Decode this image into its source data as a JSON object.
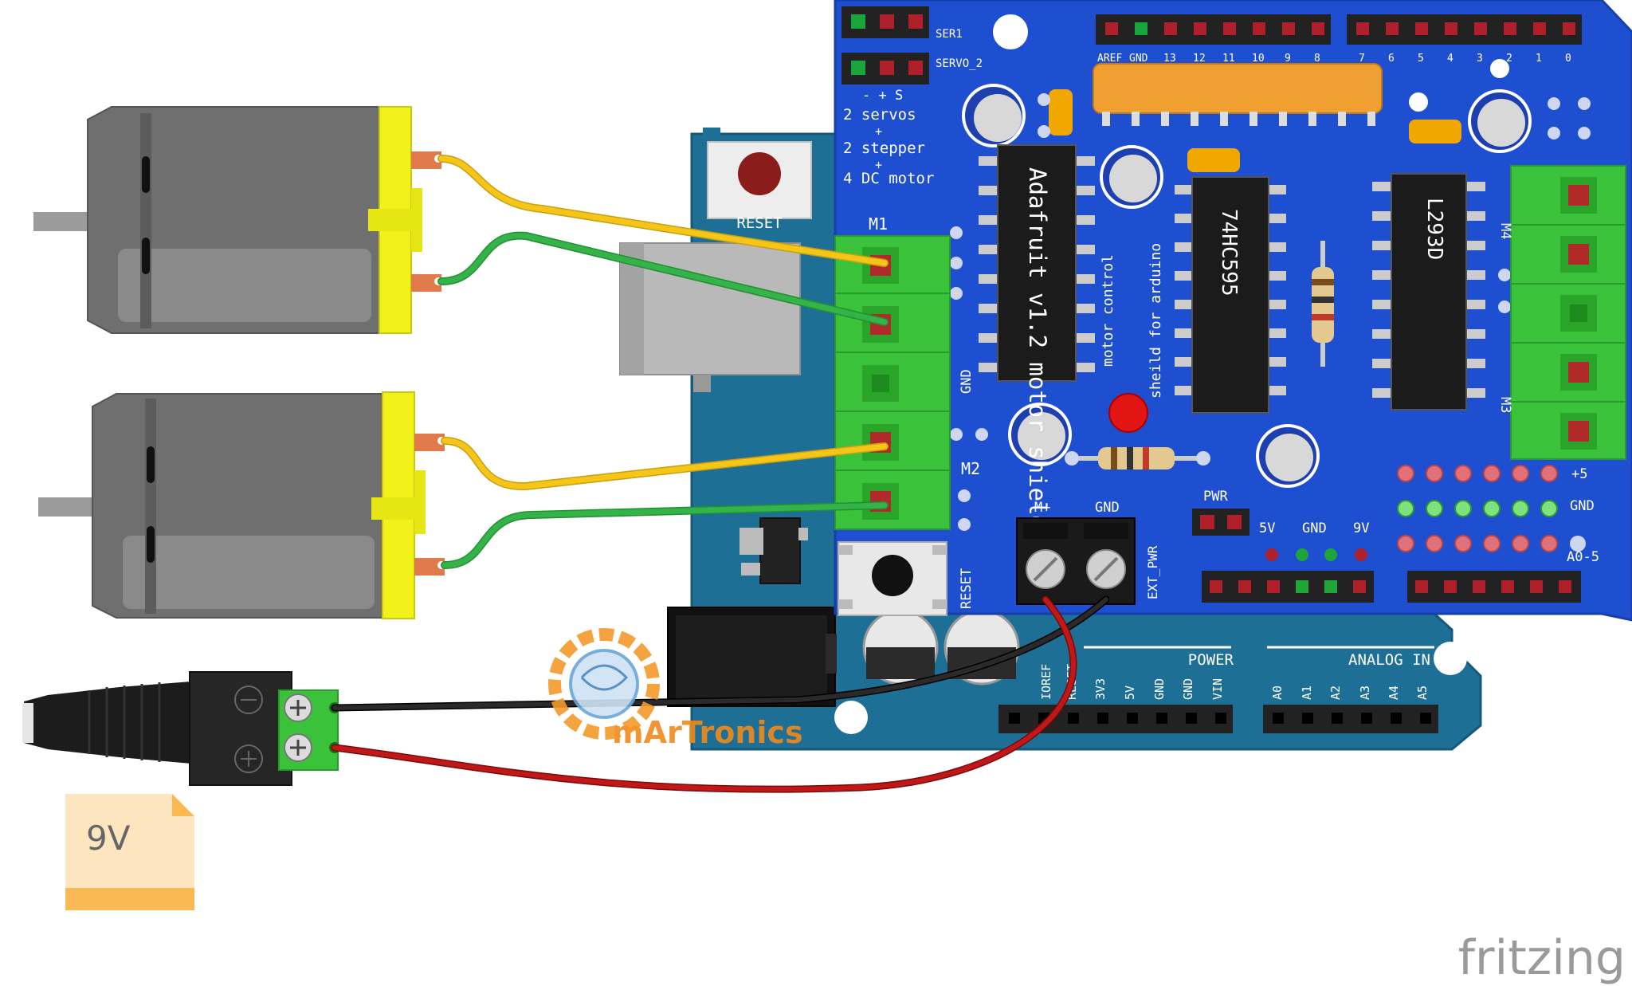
{
  "shield": {
    "header_ser1": "SER1",
    "header_servo2": "SERVO_2",
    "servo_polarity": "- + S",
    "caption_line1": "2 servos",
    "caption_plus1": "+",
    "caption_line2": "2 stepper",
    "caption_plus2": "+",
    "caption_line3": "4 DC motor",
    "reset_label": "RESET",
    "m1_label": "M1",
    "m2_label": "M2",
    "m3_label": "M3",
    "m4_label": "M4",
    "gnd_label_left": "GND",
    "gnd_label_ext": "GND",
    "m_plus_label": "M+",
    "ext_pwr_label": "EXT_PWR",
    "reset_button_label": "RESET",
    "board_title": "Adafruit v1.2 motor shield",
    "board_sub1": "motor control",
    "board_sub2": "sheild for arduino",
    "chip_74hc595": "74HC595",
    "chip_l293d": "L293D",
    "pwr_label": "PWR",
    "rail_5v": "5V",
    "rail_gnd": "GND",
    "rail_9v": "9V",
    "plus5_label": "+5",
    "gnd_right_label": "GND",
    "a05_label": "A0-5",
    "digital_pins": [
      "AREF",
      "GND",
      "13",
      "12",
      "11",
      "10",
      "9",
      "8",
      "7",
      "6",
      "5",
      "4",
      "3",
      "2",
      "1",
      "0"
    ]
  },
  "arduino": {
    "power_header": "POWER",
    "analog_header": "ANALOG IN",
    "power_pins": [
      "IOREF",
      "RESET",
      "3V3",
      "5V",
      "GND",
      "GND",
      "VIN"
    ],
    "analog_pins": [
      "A0",
      "A1",
      "A2",
      "A3",
      "A4",
      "A5"
    ]
  },
  "battery": {
    "label": "9V"
  },
  "watermark": {
    "text": "mArTronics"
  },
  "branding": {
    "text": "fritzing"
  },
  "colors": {
    "shield_blue": "#1f4fd1",
    "arduino_teal": "#1e6f96",
    "terminal_green": "#3ac23a",
    "wire_yellow": "#f5c518",
    "wire_green": "#34b34a",
    "wire_red": "#c01818",
    "wire_black": "#1a1a1a",
    "motor_gray": "#6f6f6f",
    "motor_endcap": "#f2f21a"
  }
}
